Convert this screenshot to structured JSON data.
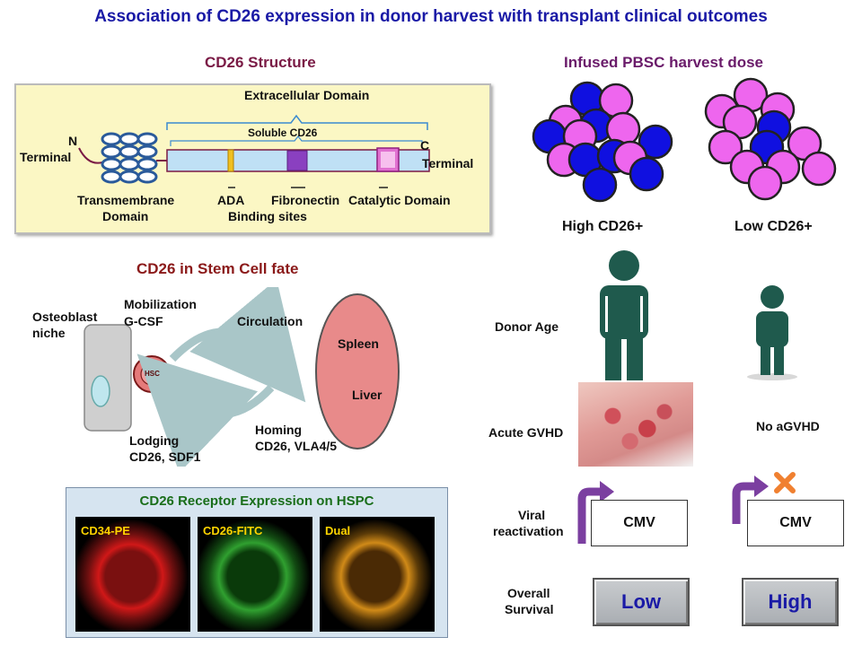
{
  "title": "Association of CD26 expression in donor harvest with transplant clinical outcomes",
  "structure": {
    "heading": "CD26 Structure",
    "extracellular": "Extracellular Domain",
    "soluble": "Soluble CD26",
    "n_terminal_1": "N",
    "n_terminal_2": "Terminal",
    "c_terminal_1": "C",
    "c_terminal_2": "Terminal",
    "transmembrane_1": "Transmembrane",
    "transmembrane_2": "Domain",
    "ada": "ADA",
    "binding_sites": "Binding sites",
    "fibronectin": "Fibronectin",
    "catalytic": "Catalytic Domain"
  },
  "stem": {
    "heading": "CD26 in Stem Cell fate",
    "osteoblast_1": "Osteoblast",
    "osteoblast_2": "niche",
    "mobilization": "Mobilization",
    "gcsf": "G-CSF",
    "circulation": "Circulation",
    "hsc": "HSC",
    "spleen": "Spleen",
    "liver": "Liver",
    "lodging": "Lodging",
    "lodging_factors": "CD26, SDF1",
    "homing": "Homing",
    "homing_factors": "CD26, VLA4/5"
  },
  "receptor": {
    "heading": "CD26 Receptor Expression on HSPC",
    "panels": [
      {
        "label": "CD34-PE"
      },
      {
        "label": "CD26-FITC"
      },
      {
        "label": "Dual"
      }
    ]
  },
  "dose": {
    "heading": "Infused PBSC harvest dose",
    "high": "High CD26+",
    "low": "Low CD26+"
  },
  "outcomes": {
    "donor_age": "Donor Age",
    "acute_gvhd": "Acute GVHD",
    "no_agvhd": "No aGVHD",
    "viral_1": "Viral",
    "viral_2": "reactivation",
    "cmv_high": "CMV",
    "cmv_low": "CMV",
    "survival_1": "Overall",
    "survival_2": "Survival",
    "survival_high_cd26": "Low",
    "survival_low_cd26": "High"
  },
  "colors": {
    "title": "#1a1aa6",
    "cd26_blue": "#1010e0",
    "cd26_pink": "#ee66ee",
    "person": "#1f5a4d",
    "arrow": "#7b3fa0",
    "cross": "#f08030"
  }
}
